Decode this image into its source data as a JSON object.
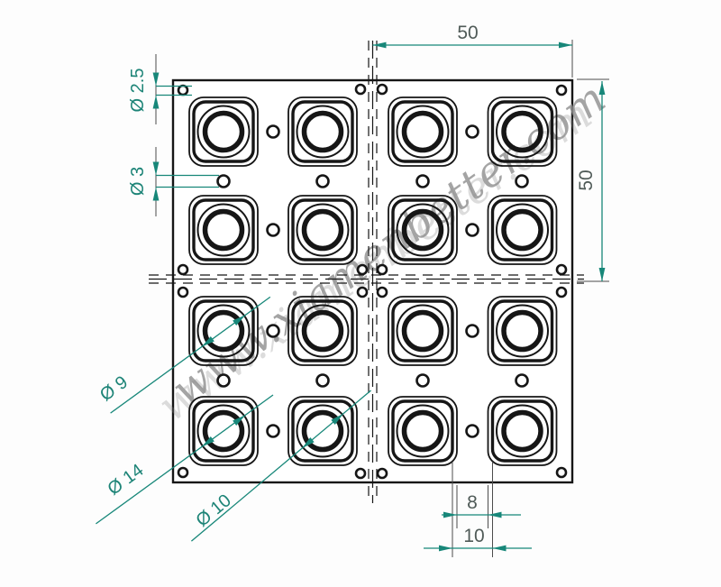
{
  "drawing": {
    "type": "engineering-drawing",
    "subject": "4x4 keypad plate, top view",
    "rows": 4,
    "cols": 4
  },
  "watermark": {
    "text": "www.xiamenbetter.com"
  },
  "colors": {
    "line": "#161616",
    "dimension_line": "#178779",
    "dimension_text_gray": "#505b58",
    "dimension_text_teal": "#1d8477",
    "extension_line": "#4c4c4c",
    "watermark": "#8e8e8e",
    "background": "#fdfdfd"
  },
  "dimensions": {
    "top_width": {
      "value": "50"
    },
    "right_height": {
      "value": "50"
    },
    "corner_hole": {
      "value": "Ø 2.5"
    },
    "locating_hole": {
      "value": "Ø 3"
    },
    "key_inner_circle": {
      "value": "Ø 9"
    },
    "key_base_circle": {
      "value": "Ø 14"
    },
    "key_ring_circle": {
      "value": "Ø 10"
    },
    "key_gap_top": {
      "value": "8"
    },
    "key_gap_base": {
      "value": "10"
    }
  }
}
